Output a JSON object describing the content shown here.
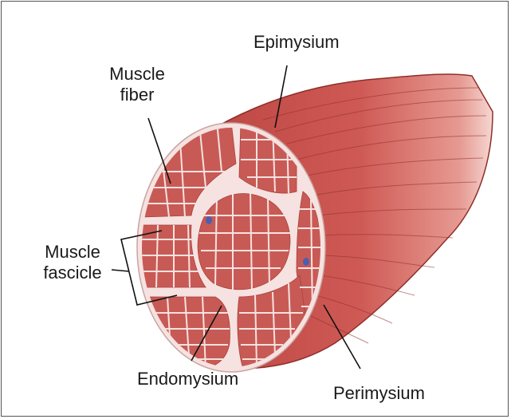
{
  "labels": {
    "epimysium": "Epimysium",
    "muscle_fiber_line1": "Muscle",
    "muscle_fiber_line2": "fiber",
    "muscle_fascicle_line1": "Muscle",
    "muscle_fascicle_line2": "fascicle",
    "endomysium": "Endomysium",
    "perimysium": "Perimysium"
  },
  "colors": {
    "muscle_red": "#c9524f",
    "muscle_dark": "#8e2f2b",
    "connective_tissue": "#f6e2e0",
    "fiber": "#c85a55",
    "vessel": "#4b5fb0",
    "leader_line": "#111111"
  }
}
